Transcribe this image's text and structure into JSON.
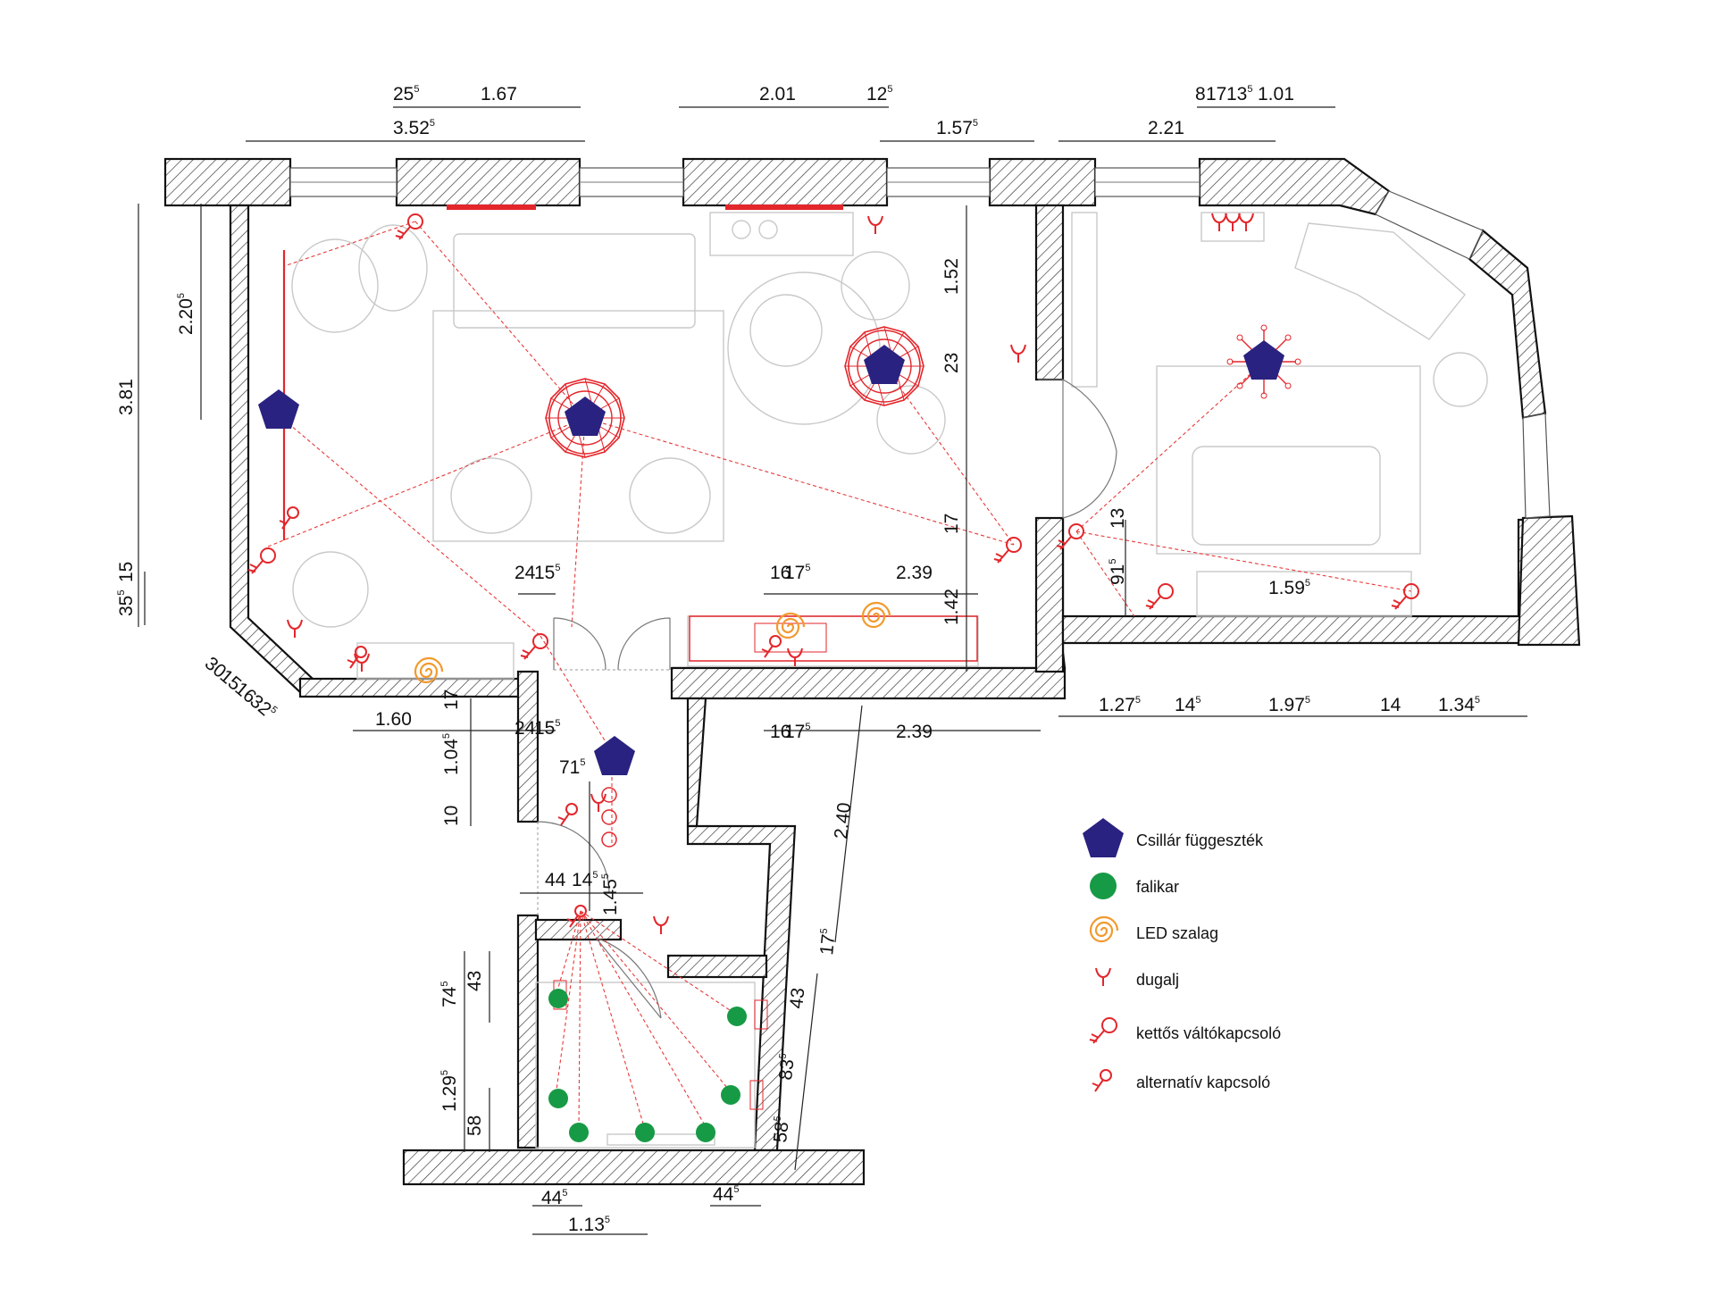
{
  "colors": {
    "chandelier": "#2a2280",
    "wall_lamp": "#179a45",
    "led": "#f29a2e",
    "electric": "#e3262b",
    "wire": "#e83a3a"
  },
  "legend": [
    {
      "icon": "pentagon-icon",
      "label": "Csillár függeszték"
    },
    {
      "icon": "circle-icon",
      "label": "falikar"
    },
    {
      "icon": "spiral-icon",
      "label": "LED szalag"
    },
    {
      "icon": "socket-icon",
      "label": "dugalj"
    },
    {
      "icon": "double-switch-icon",
      "label": "kettős váltókapcsoló"
    },
    {
      "icon": "switch-icon",
      "label": "alternatív kapcsoló"
    }
  ],
  "dimensions": {
    "top_25": "25",
    "top_25_sup": "5",
    "top_167": "1.67",
    "top_201": "2.01",
    "top_12": "12",
    "top_12_sup": "5",
    "top_352": "3.52",
    "top_352_sup": "5",
    "top_157": "1.57",
    "top_157_sup": "5",
    "top_8": "8",
    "top_17": "17",
    "top_13": "13",
    "top_13_sup": "5",
    "top_101": "1.01",
    "top_221": "2.21",
    "left_381": "3.81",
    "left_220": "2.20",
    "left_220_sup": "5",
    "left_35": "35",
    "left_35_sup": "5",
    "left_15": "15",
    "diag_30": "30",
    "diag_15": "15",
    "diag_16": "16",
    "diag_32": "32",
    "diag_32_sup": "5",
    "bot_160": "1.60",
    "bot_24_a": "24",
    "bot_15_a": "15",
    "bot_15_a_sup": "5",
    "bot_24_b": "24",
    "bot_15_b": "15",
    "bot_15_b_sup": "5",
    "mid_16_a": "16",
    "mid_17_a": "17",
    "mid_17_a_sup": "5",
    "mid_239_a": "2.39",
    "mid_16_b": "16",
    "mid_17_b": "17",
    "mid_17_b_sup": "5",
    "mid_239_b": "2.39",
    "mid_152": "1.52",
    "mid_23": "23",
    "mid_17v": "17",
    "mid_142": "1.42",
    "right_13": "13",
    "right_91": "91",
    "right_91_sup": "5",
    "right_159": "1.59",
    "right_159_sup": "5",
    "rb_127": "1.27",
    "rb_127_sup": "5",
    "rb_14a": "14",
    "rb_14a_sup": "5",
    "rb_197": "1.97",
    "rb_197_sup": "5",
    "rb_14b": "14",
    "rb_134": "1.34",
    "rb_134_sup": "5",
    "v_17": "17",
    "v_104": "1.04",
    "v_104_sup": "5",
    "v_10": "10",
    "h_71": "71",
    "h_71_sup": "5",
    "v_145": "1.45",
    "v_145_sup": "5",
    "h_44": "44",
    "h_14": "14",
    "h_14_sup": "5",
    "diag_240": "2.40",
    "diag_17": "17",
    "diag_17_sup": "5",
    "v_74": "74",
    "v_74_sup": "5",
    "v_43a": "43",
    "v_129": "1.29",
    "v_129_sup": "5",
    "v_58a": "58",
    "d_43b": "43",
    "d_83": "83",
    "d_83_sup": "5",
    "d_58b": "58",
    "d_58b_sup": "5",
    "b_44a": "44",
    "b_44a_sup": "5",
    "b_44b": "44",
    "b_44b_sup": "5",
    "b_113": "1.13",
    "b_113_sup": "5"
  }
}
